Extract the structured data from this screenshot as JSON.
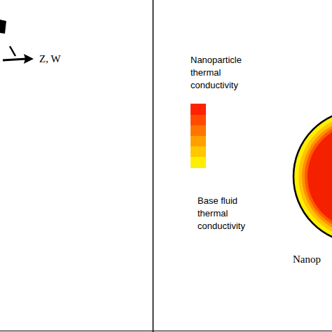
{
  "diagram": {
    "labels": [
      "Z, W",
      "Nanop"
    ],
    "legend": [
      {
        "text": "Nanoparticle thermal conductivity",
        "color": "#ff2200"
      },
      {
        "text": "Base fluid thermal conductivity",
        "color": "#ffee00"
      }
    ]
  }
}
